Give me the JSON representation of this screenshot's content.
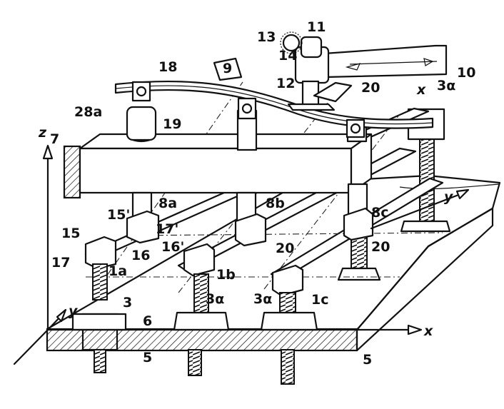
{
  "labels": {
    "l13": "13",
    "l11": "11",
    "l14": "14",
    "l10": "10",
    "l9": "9",
    "l18": "18",
    "l12": "12",
    "l20_top": "20",
    "l3a_top": "3α",
    "l28a": "28a",
    "l19": "19",
    "l7": "7",
    "l8a": "8a",
    "l8b": "8b",
    "l8c": "8c",
    "l15p": "15'",
    "l17p": "17'",
    "l16p": "16'",
    "l15": "15",
    "l17": "17",
    "l16": "16",
    "l1a": "1a",
    "l20_mid": "20",
    "l20_right": "20",
    "l1b": "1b",
    "l3a_mid": "3α",
    "l3a_c": "3α",
    "l1c": "1c",
    "l3": "3",
    "l6": "6",
    "l5_left": "5",
    "l5_right": "5"
  },
  "axes": {
    "z": "z",
    "y_left": "y",
    "x_right": "x",
    "x_top": "x",
    "y_right": "y"
  },
  "colors": {
    "ink": "#111111",
    "paper": "#ffffff"
  }
}
